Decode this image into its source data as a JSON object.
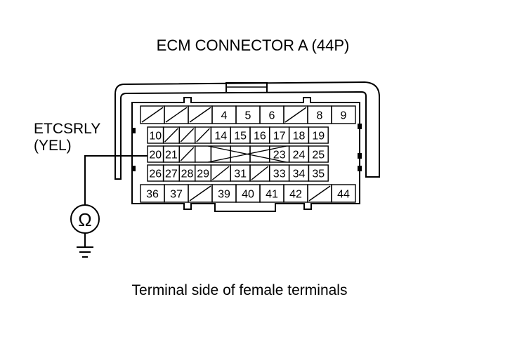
{
  "title": "ECM CONNECTOR A (44P)",
  "wire_label": "ETCSRLY",
  "wire_color": "(YEL)",
  "meter_symbol": "Ω",
  "meter_icon": "ohmmeter-icon",
  "ground_icon": "ground-icon",
  "caption": "Terminal side of female terminals",
  "connector": {
    "rows": [
      [
        "/",
        "/",
        "/",
        "4",
        "5",
        "6",
        "/",
        "8",
        "9"
      ],
      [
        "10",
        "/",
        "/",
        "/",
        "14",
        "15",
        "16",
        "17",
        "18",
        "19"
      ],
      [
        "20",
        "21",
        "/",
        "",
        "",
        "",
        "",
        "23",
        "24",
        "25"
      ],
      [
        "26",
        "27",
        "28",
        "29",
        "/",
        "31",
        "/",
        "33",
        "34",
        "35"
      ],
      [
        "36",
        "37",
        "/",
        "39",
        "40",
        "41",
        "42",
        "/",
        "44"
      ]
    ],
    "probed_terminal": "20"
  }
}
